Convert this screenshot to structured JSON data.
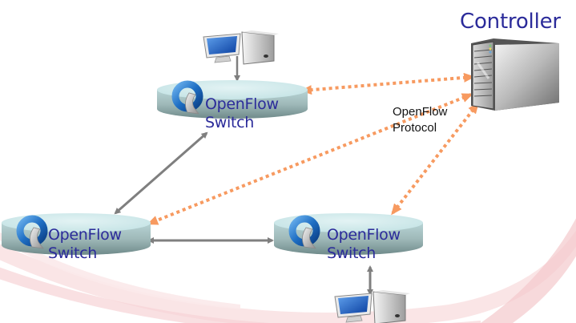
{
  "controller": {
    "label": "Controller",
    "icon": "server-tower-icon"
  },
  "protocol_label": [
    "OpenFlow",
    "Protocol"
  ],
  "switches": [
    {
      "id": "switch-top",
      "line1": "OpenFlow",
      "line2": "Switch",
      "icon": "openflow-logo-icon"
    },
    {
      "id": "switch-left",
      "line1": "OpenFlow",
      "line2": "Switch",
      "icon": "openflow-logo-icon"
    },
    {
      "id": "switch-right",
      "line1": "OpenFlow",
      "line2": "Switch",
      "icon": "openflow-logo-icon"
    }
  ],
  "hosts": [
    {
      "id": "host-top",
      "icon": "desktop-computer-icon",
      "attached_to": "switch-top"
    },
    {
      "id": "host-bottom",
      "icon": "desktop-computer-icon",
      "attached_to": "switch-right"
    }
  ],
  "links": [
    {
      "type": "data",
      "from": "host-top",
      "to": "switch-top"
    },
    {
      "type": "data",
      "from": "switch-top",
      "to": "switch-left"
    },
    {
      "type": "data",
      "from": "switch-left",
      "to": "switch-right"
    },
    {
      "type": "data",
      "from": "switch-right",
      "to": "host-bottom"
    },
    {
      "type": "control",
      "from": "controller",
      "to": "switch-top"
    },
    {
      "type": "control",
      "from": "controller",
      "to": "switch-left"
    },
    {
      "type": "control",
      "from": "controller",
      "to": "switch-right"
    }
  ],
  "colors": {
    "label_text": "#2b2b9a",
    "data_link": "#7f7f7f",
    "control_link": "#f79a60",
    "switch_top": "#cde8ea",
    "switch_side": "#7f9a9a",
    "background_swoosh": "#f7d8da"
  }
}
